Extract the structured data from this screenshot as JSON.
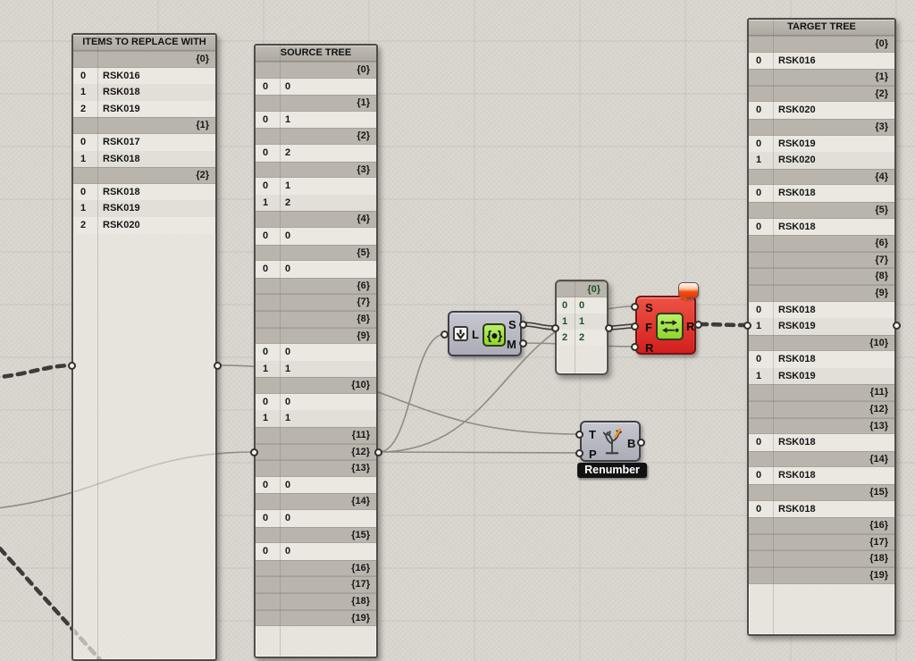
{
  "app": {
    "name": "Grasshopper canvas"
  },
  "panels": {
    "items": {
      "title": "ITEMS TO REPLACE WITH",
      "branches": [
        {
          "path": "{0}",
          "items": [
            "RSK016",
            "RSK018",
            "RSK019"
          ]
        },
        {
          "path": "{1}",
          "items": [
            "RSK017",
            "RSK018"
          ]
        },
        {
          "path": "{2}",
          "items": [
            "RSK018",
            "RSK019",
            "RSK020"
          ]
        }
      ]
    },
    "source": {
      "title": "SOURCE TREE",
      "branches": [
        {
          "path": "{0}",
          "items": [
            "0"
          ]
        },
        {
          "path": "{1}",
          "items": [
            "1"
          ]
        },
        {
          "path": "{2}",
          "items": [
            "2"
          ]
        },
        {
          "path": "{3}",
          "items": [
            "1",
            "2"
          ]
        },
        {
          "path": "{4}",
          "items": [
            "0"
          ]
        },
        {
          "path": "{5}",
          "items": [
            "0"
          ]
        },
        {
          "path": "{6}",
          "items": []
        },
        {
          "path": "{7}",
          "items": []
        },
        {
          "path": "{8}",
          "items": []
        },
        {
          "path": "{9}",
          "items": [
            "0",
            "1"
          ]
        },
        {
          "path": "{10}",
          "items": [
            "0",
            "1"
          ]
        },
        {
          "path": "{11}",
          "items": []
        },
        {
          "path": "{12}",
          "items": []
        },
        {
          "path": "{13}",
          "items": [
            "0"
          ]
        },
        {
          "path": "{14}",
          "items": [
            "0"
          ]
        },
        {
          "path": "{15}",
          "items": [
            "0"
          ]
        },
        {
          "path": "{16}",
          "items": []
        },
        {
          "path": "{17}",
          "items": []
        },
        {
          "path": "{18}",
          "items": []
        },
        {
          "path": "{19}",
          "items": []
        }
      ]
    },
    "target": {
      "title": "TARGET TREE",
      "branches": [
        {
          "path": "{0}",
          "items": [
            "RSK016"
          ]
        },
        {
          "path": "{1}",
          "items": []
        },
        {
          "path": "{2}",
          "items": [
            "RSK020"
          ]
        },
        {
          "path": "{3}",
          "items": [
            "RSK019",
            "RSK020"
          ]
        },
        {
          "path": "{4}",
          "items": [
            "RSK018"
          ]
        },
        {
          "path": "{5}",
          "items": [
            "RSK018"
          ]
        },
        {
          "path": "{6}",
          "items": []
        },
        {
          "path": "{7}",
          "items": []
        },
        {
          "path": "{8}",
          "items": []
        },
        {
          "path": "{9}",
          "items": [
            "RSK018",
            "RSK019"
          ]
        },
        {
          "path": "{10}",
          "items": [
            "RSK018",
            "RSK019"
          ]
        },
        {
          "path": "{11}",
          "items": []
        },
        {
          "path": "{12}",
          "items": []
        },
        {
          "path": "{13}",
          "items": [
            "RSK018"
          ]
        },
        {
          "path": "{14}",
          "items": [
            "RSK018"
          ]
        },
        {
          "path": "{15}",
          "items": [
            "RSK018"
          ]
        },
        {
          "path": "{16}",
          "items": []
        },
        {
          "path": "{17}",
          "items": []
        },
        {
          "path": "{18}",
          "items": []
        },
        {
          "path": "{19}",
          "items": []
        }
      ]
    },
    "mini": {
      "branches": [
        {
          "path": "{0}",
          "items": [
            "0",
            "1",
            "2"
          ]
        }
      ]
    }
  },
  "components": {
    "create_set": {
      "input": "L",
      "outputs": [
        "S",
        "M"
      ],
      "icon": "set-braces-icon",
      "modifier": "flatten-arrow-icon"
    },
    "replace": {
      "inputs": [
        "S",
        "F",
        "R"
      ],
      "output": "R",
      "icon": "replace-arrows-icon",
      "status": "error"
    },
    "renumber": {
      "inputs": [
        "T",
        "P"
      ],
      "output": "B",
      "label": "Renumber",
      "icon": "tree-icon"
    }
  },
  "colors": {
    "canvas": "#d8d5ce",
    "panel": "#e8e5df",
    "branch_header": "#b9b5ad",
    "error_red": "#d92222",
    "icon_green": "#9ade3e",
    "balloon_orange": "#f2410e",
    "mini_text_green": "#1c5222"
  }
}
